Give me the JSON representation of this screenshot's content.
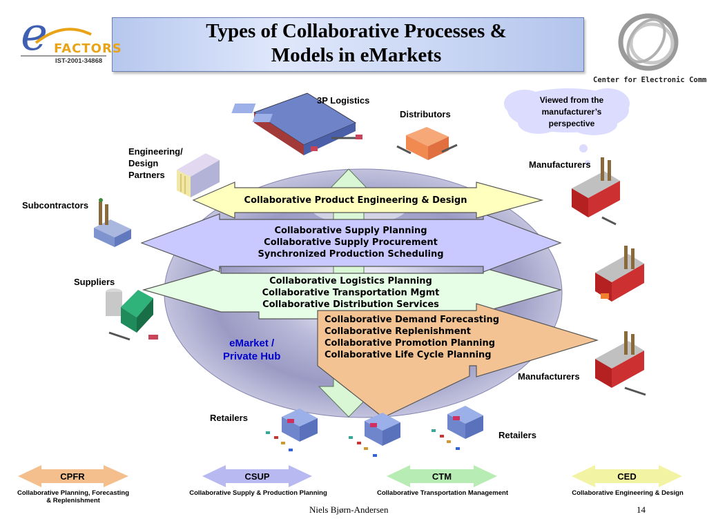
{
  "title": {
    "line1": "Types of Collaborative Processes &",
    "line2": "Models in eMarkets"
  },
  "logo_left": {
    "letter": "e",
    "text": "FACTORS",
    "code": "IST-2001-34868"
  },
  "logo_right": {
    "text": "Center for Electronic Commerce"
  },
  "callout": {
    "line1": "Viewed from the",
    "line2": "manufacturer’s",
    "line3": "perspective"
  },
  "hub_label": {
    "line1": "eMarket /",
    "line2": "Private Hub"
  },
  "entities": {
    "logistics": "3P Logistics",
    "distributors": "Distributors",
    "engineering": [
      "Engineering/",
      "Design",
      "Partners"
    ],
    "subcontractors": "Subcontractors",
    "suppliers": "Suppliers",
    "manufacturers_top": "Manufacturers",
    "manufacturers_bottom": "Manufacturers",
    "retailers_left": "Retailers",
    "retailers_right": "Retailers"
  },
  "arrows": {
    "ced": [
      "Collaborative Product Engineering & Design"
    ],
    "csup": [
      "Collaborative Supply Planning",
      "Collaborative Supply Procurement",
      "Synchronized Production Scheduling"
    ],
    "ctm": [
      "Collaborative Logistics Planning",
      "Collaborative Transportation Mgmt",
      "Collaborative Distribution Services"
    ],
    "cpfr": [
      "Collaborative Demand Forecasting",
      "Collaborative Replenishment",
      "Collaborative Promotion Planning",
      "Collaborative Life Cycle Planning"
    ]
  },
  "legend": [
    {
      "code": "CPFR",
      "desc1": "Collaborative Planning, Forecasting",
      "desc2": "& Replenishment",
      "color": "#f4bf8c"
    },
    {
      "code": "CSUP",
      "desc1": "Collaborative Supply & Production Planning",
      "desc2": "",
      "color": "#b9b9f2"
    },
    {
      "code": "CTM",
      "desc1": "Collaborative Transportation Management",
      "desc2": "",
      "color": "#b7edb4"
    },
    {
      "code": "CED",
      "desc1": "Collaborative Engineering & Design",
      "desc2": "",
      "color": "#f3f3a4"
    }
  ],
  "footer": {
    "author": "Niels Bjørn-Andersen",
    "page": "14"
  },
  "colors": {
    "banner": "#c8d4f2",
    "ced_fill": "#ffffbe",
    "csup_fill": "#c9c9ff",
    "ctm_fill": "#e6fde6",
    "cpfr_fill": "#f3c394",
    "hub_label": "#0000cc"
  }
}
